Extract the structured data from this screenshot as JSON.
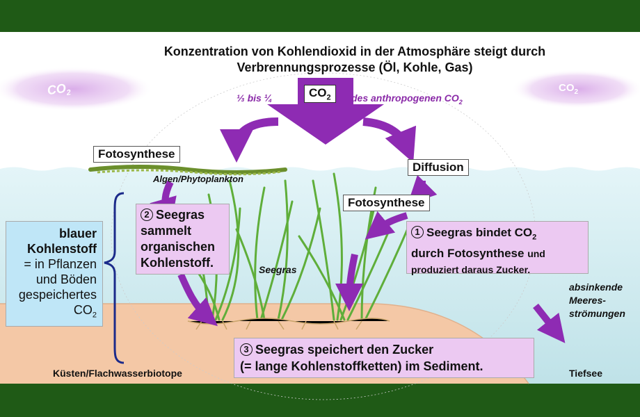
{
  "title_line1": "Konzentration von Kohlendioxid in der Atmosphäre steigt durch",
  "title_line2": "Verbrennungsprozesse (Öl, Kohle, Gas)",
  "co2_arrow": {
    "label": "CO",
    "sub": "2"
  },
  "cloud_left": {
    "label": "CO",
    "sub": "2"
  },
  "cloud_right": {
    "label": "CO",
    "sub": "2"
  },
  "fraction_left": "⅓ bis ¼",
  "fraction_right": {
    "label": "des anthropogenen CO",
    "sub": "2"
  },
  "fotosynthese_top": "Fotosynthese",
  "diffusion": "Diffusion",
  "fotosynthese_mid": "Fotosynthese",
  "algen": "Algen/Phytoplankton",
  "seegras": "Seegras",
  "blue_carbon": {
    "title1": "blauer",
    "title2": "Kohlenstoff",
    "line3": "= in Pflanzen",
    "line4": "und Böden",
    "line5": "gespeichertes",
    "line6": "CO",
    "line6_sub": "2"
  },
  "step1": {
    "num": "1",
    "line1": "Seegras bindet CO",
    "line1_sub": "2",
    "line2a": "durch Fotosynthese",
    "line2b": "und",
    "line3": "produziert daraus Zucker."
  },
  "step2": {
    "num": "2",
    "line1": "Seegras",
    "line2": "sammelt",
    "line3": "organischen",
    "line4": "Kohlenstoff."
  },
  "step3": {
    "num": "3",
    "line1": "Seegras speichert den Zucker",
    "line2": "(= lange Kohlenstoffketten) im Sediment."
  },
  "currents": {
    "line1": "absinkende",
    "line2": "Meeres-",
    "line3": "strömungen"
  },
  "kuesten": "Küsten/Flachwasserbiotope",
  "tiefsee": "Tiefsee",
  "colors": {
    "frame": "#1f5a16",
    "water": "#cfe9ee",
    "sediment": "#f4c8a6",
    "arrow": "#8e2bb3",
    "step_box": "#ecc9f2",
    "blue_box": "#bfe6f7"
  }
}
